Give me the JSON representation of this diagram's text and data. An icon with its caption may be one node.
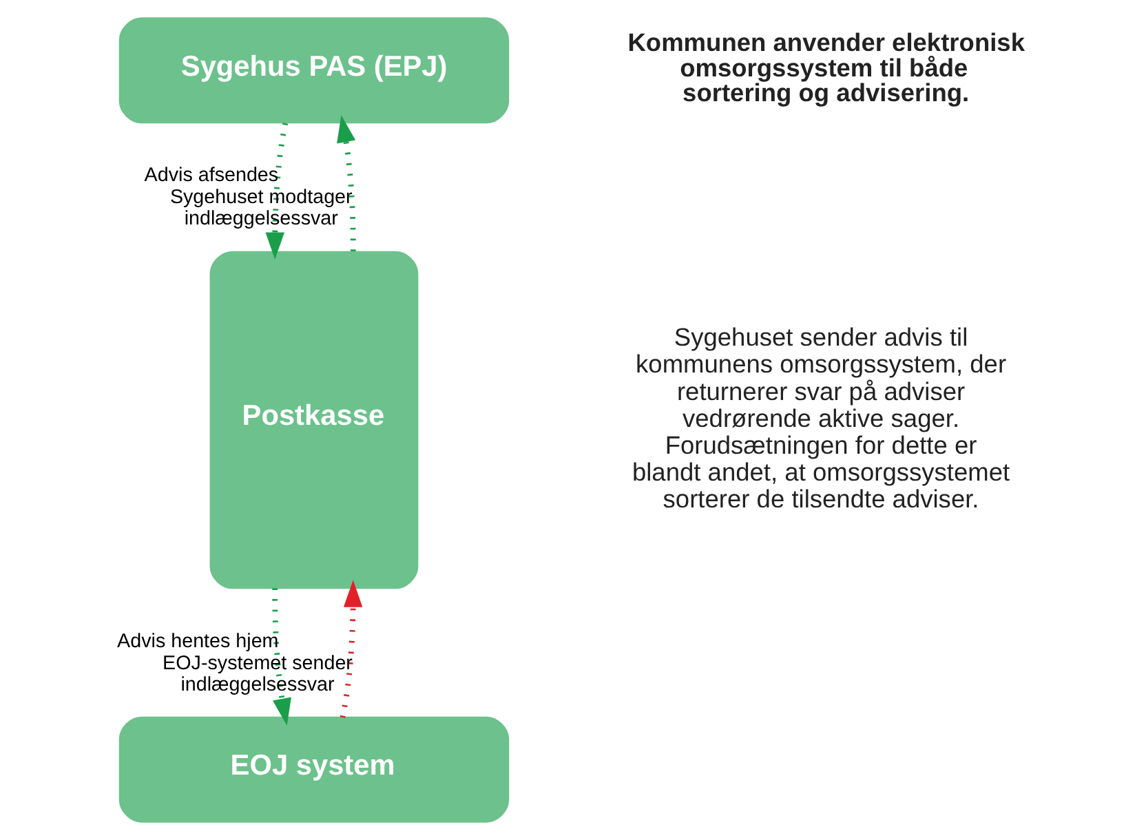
{
  "diagram": {
    "nodes": [
      {
        "text": [
          "Sygehus PAS (EPJ)"
        ]
      },
      {
        "text": [
          "Postkasse"
        ]
      },
      {
        "text": [
          "EOJ system"
        ]
      }
    ],
    "edges": [
      {
        "from": 1,
        "to": 0,
        "arrow": "to",
        "label": "Sygehuset modtager indlæggelsessvar"
      },
      {
        "from": 0,
        "to": 1,
        "arrow": "to",
        "label": "Advis afsendes"
      },
      {
        "from": 1,
        "to": 2,
        "arrow": "to",
        "label": "Advis hentes hjem"
      },
      {
        "from": 2,
        "to": 1,
        "arrow": "to",
        "label": "EOJ-systemet sender indlæggelsessvar",
        "color": "#e3202a"
      }
    ],
    "labels": [
      "Kommunen anvender elektronisk omsorgssystem til både sortering og advisering.",
      "Sygehuset sender advis til kommunens omsorgssystem, der returnerer svar på adviser vedrørende aktive sager. Forudsætningen for dette er blandt andet, at omsorgssystemet sorterer de tilsendte adviser."
    ]
  }
}
